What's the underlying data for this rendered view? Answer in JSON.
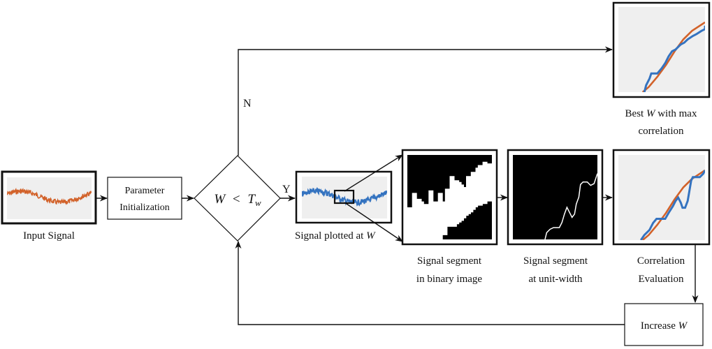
{
  "nodes": {
    "input_signal": {
      "caption": "Input Signal",
      "signal_color": "#d2622a"
    },
    "param_init": {
      "line1": "Parameter",
      "line2": "Initialization"
    },
    "decision": {
      "var": "W",
      "op": "<",
      "thr": "T",
      "thr_sub": "w"
    },
    "yes_label": "Y",
    "no_label": "N",
    "signal_plotted": {
      "caption_text": "Signal plotted at ",
      "caption_var": "W",
      "signal_color": "#3473c0"
    },
    "binary_segment": {
      "line1": "Signal segment",
      "line2": "in binary image"
    },
    "unit_width_segment": {
      "line1": "Signal segment",
      "line2": "at unit-width"
    },
    "correlation_eval": {
      "line1": "Correlation",
      "line2": "Evaluation"
    },
    "best_w": {
      "line1_pre": "Best ",
      "line1_var": "W",
      "line1_post": " with max",
      "line2": "correlation"
    },
    "increase_w": {
      "text": "Increase ",
      "var": "W"
    }
  },
  "colors": {
    "orange": "#d2622a",
    "blue": "#3473c0",
    "plot_bg": "#efefef",
    "line": "#111111"
  }
}
